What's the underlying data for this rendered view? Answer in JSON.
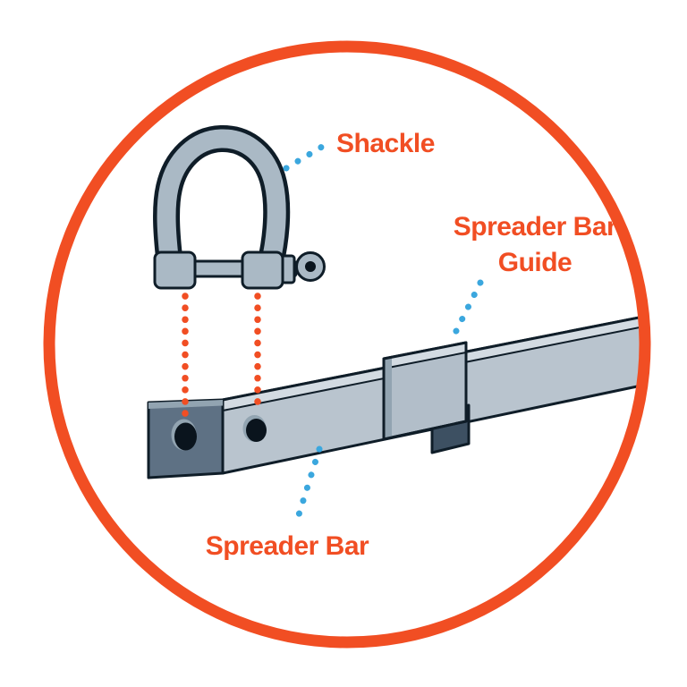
{
  "diagram": {
    "labels": {
      "shackle": "Shackle",
      "guide_line1": "Spreader Bar",
      "guide_line2": "Guide",
      "spreader_bar": "Spreader Bar"
    },
    "colors": {
      "accent_orange": "#F14E23",
      "leader_blue": "#3BA7DE",
      "outline": "#0F1D28",
      "metal_part": "#AAB9C5",
      "bar_body": "#B9C4CE",
      "face_light": "#D3DBE2",
      "end_cap": "#5E7184",
      "guide_body": "#B2BEC9",
      "flange_dark": "#3D5062",
      "hole_dark": "#0A141D",
      "steel_mid": "#92A4B1"
    }
  }
}
